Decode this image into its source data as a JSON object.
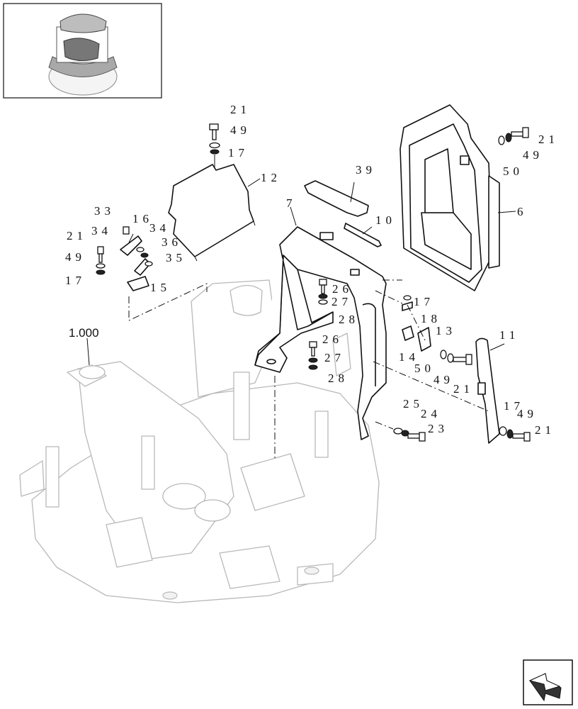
{
  "callouts": {
    "c21a": "21",
    "c49a": "49",
    "c17a": "17",
    "c12": "12",
    "c39": "39",
    "c10": "10",
    "c7": "7",
    "c21b": "21",
    "c49b": "49",
    "c50a": "50",
    "c6": "6",
    "c33": "33",
    "c34a": "34",
    "c16": "16",
    "c34b": "34",
    "c36": "36",
    "c35": "35",
    "c21c": "21",
    "c49c": "49",
    "c17c": "17",
    "c15": "15",
    "c26a": "26",
    "c27a": "27",
    "c28a": "28",
    "c17d": "17",
    "c18": "18",
    "c13": "13",
    "c14": "14",
    "c26b": "26",
    "c27b": "27",
    "c28b": "28",
    "c50b": "50",
    "c49d": "49",
    "c21d": "21",
    "c11": "11",
    "c25": "25",
    "c24": "24",
    "c23": "23",
    "c17e": "17",
    "c49e": "49",
    "c21e": "21",
    "ref": "1.000"
  },
  "icons": {
    "thumbnail": "machine-overview-thumbnail",
    "nav": "next-page-arrow-icon"
  }
}
